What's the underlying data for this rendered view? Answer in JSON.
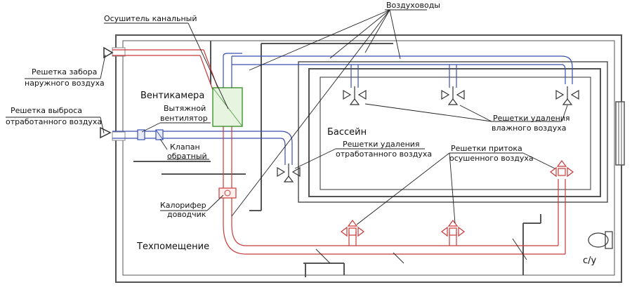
{
  "labels": {
    "dehumidifier": "Осушитель канальный",
    "ducts": "Воздуховоды",
    "intake_1": "Решетка забора",
    "intake_2": "наружного воздуха",
    "exhaust_out_1": "Решетка выброса",
    "exhaust_out_2": "отработанного воздуха",
    "fan_1": "Вытяжной",
    "fan_2": "вентилятор",
    "valve_1": "Клапан",
    "valve_2": "обратный",
    "heater_1": "Калорифер",
    "heater_2": "доводчик",
    "humid_grilles_1": "Решетки удаления",
    "humid_grilles_2": "влажного воздуха",
    "spent_grilles_1": "Решетки удаления",
    "spent_grilles_2": "отработанного воздуха",
    "supply_grilles_1": "Решетки притока",
    "supply_grilles_2": "осушенного воздуха"
  },
  "rooms": {
    "ventchamber": "Вентикамера",
    "pool": "Бассейн",
    "techroom": "Техпомещение",
    "wc": "с/у"
  },
  "colors": {
    "wall": "#555555",
    "supply_duct": "#c83a3a",
    "extract_duct": "#3a4fb0",
    "dehumidifier_fill": "#e6f4e0",
    "dehumidifier_stroke": "#4a9a3a",
    "leader": "#222222"
  }
}
